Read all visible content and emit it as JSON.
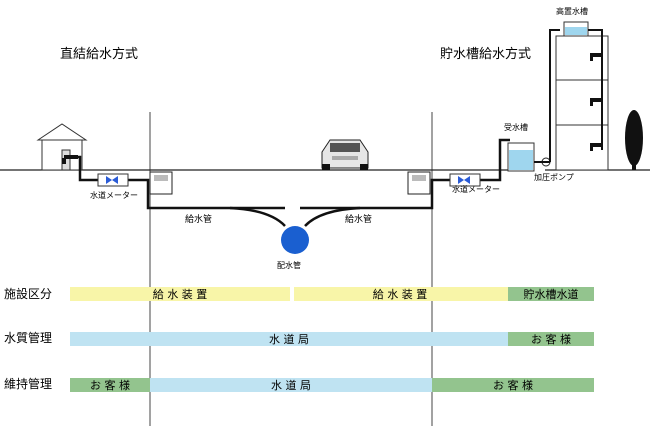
{
  "titles": {
    "direct": "直結給水方式",
    "tank": "貯水槽給水方式"
  },
  "labels": {
    "elevated_tank": "高置水槽",
    "receiving_tank": "受水槽",
    "pump": "加圧ポンプ",
    "meter_left": "水道メーター",
    "meter_right": "水道メーター",
    "supply_pipe_left": "給水管",
    "supply_pipe_right": "給水管",
    "main_pipe": "配水管"
  },
  "rows": [
    {
      "label": "施設区分",
      "segments": [
        {
          "text": "給 水 装 置",
          "color": "#f8f5a8"
        },
        {
          "text": "給 水 装 置",
          "color": "#f8f5a8"
        },
        {
          "text": "貯水槽水道",
          "color": "#93c48e"
        }
      ]
    },
    {
      "label": "水質管理",
      "segments": [
        {
          "text": "水 道 局",
          "color": "#bfe3f2"
        },
        {
          "text": "お 客 様",
          "color": "#93c48e"
        }
      ]
    },
    {
      "label": "維持管理",
      "segments": [
        {
          "text": "お 客 様",
          "color": "#93c48e"
        },
        {
          "text": "水 道 局",
          "color": "#bfe3f2"
        },
        {
          "text": "お 客 様",
          "color": "#93c48e"
        }
      ]
    }
  ],
  "colors": {
    "yellow": "#f8f5a8",
    "blue": "#bfe3f2",
    "green": "#93c48e",
    "main_pipe": "#1a5fd0",
    "water": "#9fd6ee"
  }
}
